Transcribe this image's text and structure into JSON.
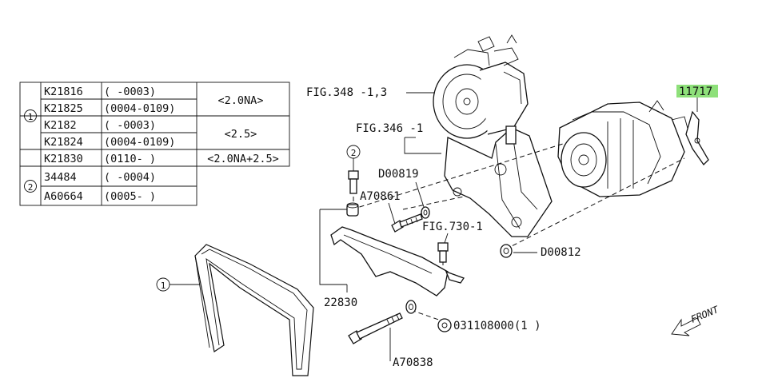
{
  "parts_table": {
    "group1_ref": "1",
    "group1_rows": [
      {
        "part": "K21816",
        "range": "(      -0003)"
      },
      {
        "part": "K21825",
        "range": "(0004-0109)"
      },
      {
        "part": "K2182",
        "range": "(      -0003)"
      },
      {
        "part": "K21824",
        "range": "(0004-0109)"
      },
      {
        "part": "K21830",
        "range": "(0110-      )"
      }
    ],
    "group1_notes": [
      "<2.0NA>",
      "<2.5>",
      "<2.0NA+2.5>"
    ],
    "group2_ref": "2",
    "group2_rows": [
      {
        "part": "34484",
        "range": "(      -0004)"
      },
      {
        "part": "A60664",
        "range": "(0005-      )"
      }
    ]
  },
  "labels": {
    "fig348": "FIG.348 -1,3",
    "highlight_part": "11717",
    "fig346": "FIG.346 -1",
    "d00819": "D00819",
    "a70861": "A70861",
    "fig730": "FIG.730-1",
    "d00812": "D00812",
    "p22830": "22830",
    "p031108000": "031108000(1  )",
    "a70838": "A70838",
    "front": "FRONT",
    "ref1": "1",
    "ref2": "2"
  },
  "colors": {
    "highlight": "#8ee07a",
    "ink": "#111111"
  }
}
